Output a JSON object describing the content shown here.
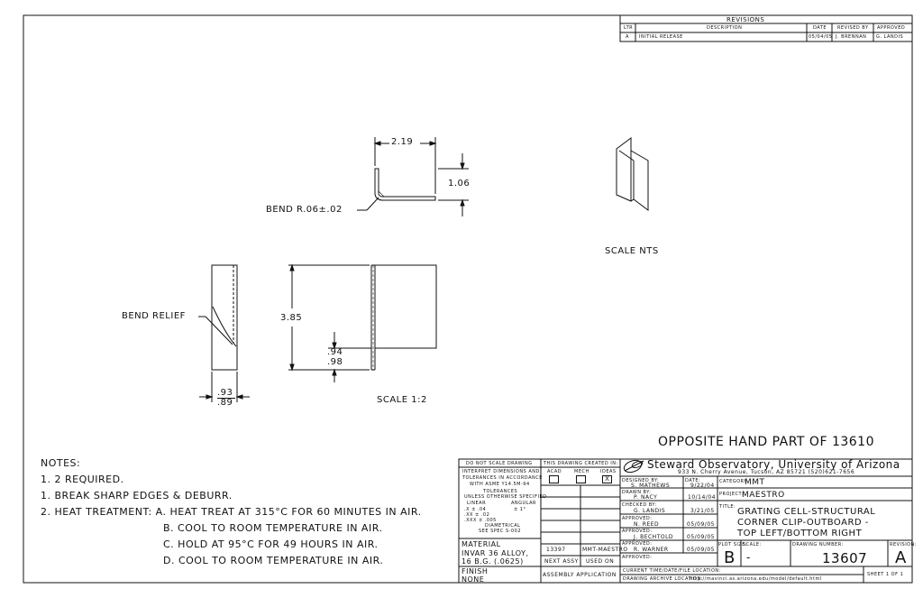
{
  "revisions": {
    "title": "REVISIONS",
    "headers": {
      "ltr": "LTR",
      "description": "DESCRIPTION",
      "date": "DATE",
      "revised_by": "REVISED BY",
      "approved": "APPROVED"
    },
    "row": {
      "ltr": "A",
      "description": "INITIAL RELEASE",
      "date": "05/04/05",
      "revised_by": "J. BRENNAN",
      "approved": "G. LANDIS"
    }
  },
  "dimensions": {
    "width_219": "2.19",
    "height_106": "1.06",
    "bend_radius": "BEND R.06±.02",
    "height_385": "3.85",
    "d094": ".94",
    "d098": ".98",
    "d093": ".93",
    "d089": ".89",
    "bend_relief": "BEND RELIEF"
  },
  "scales": {
    "nts": "SCALE NTS",
    "half": "SCALE 1:2"
  },
  "opposite_hand": "OPPOSITE HAND PART OF 13610",
  "notes": {
    "title": "NOTES:",
    "lines": [
      "1. 2 REQUIRED.",
      "1. BREAK SHARP EDGES & DEBURR.",
      "2. HEAT TREATMENT: A. HEAT TREAT AT 315°C FOR 60 MINUTES IN AIR.",
      "B. COOL TO ROOM TEMPERATURE IN AIR.",
      "C. HOLD AT 95°C FOR 49 HOURS IN AIR.",
      "D. COOL TO ROOM TEMPERATURE IN AIR."
    ]
  },
  "title_block": {
    "do_not_scale": "DO NOT SCALE DRAWING",
    "interpret_1": "INTERPRET DIMENSIONS AND",
    "interpret_2": "TOLERANCES IN ACCORDANCE",
    "interpret_3": "WITH ASME Y14.5M-94",
    "tolerances": "TOLERANCES",
    "tol_unless": "UNLESS OTHERWISE SPECIFIED",
    "tol_linear": "LINEAR",
    "tol_angular": "ANGULAR",
    "tol_x": ".X  ± .04",
    "tol_xx": ".XX ± .02",
    "tol_xxx": ".XXX ± .005",
    "tol_ang": "± 1°",
    "tol_diametral": "DIAMETRICAL",
    "tol_spec": "SEE SPEC S-002",
    "created_in": "THIS DRAWING CREATED IN:",
    "cad_acad": "ACAD",
    "cad_mech": "MECH",
    "cad_ideas": "IDEAS",
    "cad_mark": "X",
    "material_label": "MATERIAL",
    "material_1": "INVAR 36 ALLOY,",
    "material_2": "16 B.G. (.0625)",
    "finish_label": "FINISH",
    "finish_value": "NONE",
    "next_assy_value": "13397",
    "used_on_value": "MMT-MAESTRO",
    "next_assy": "NEXT ASSY",
    "used_on": "USED ON",
    "assembly_application": "ASSEMBLY APPLICATION",
    "org_name": "Steward Observatory, University of Arizona",
    "org_address": "933 N. Cherry Avenue, Tucson, AZ  85721  (520)621-7656",
    "designed_by_label": "DESIGNED BY:",
    "designed_by": "S. MATHEWS",
    "date_label": "DATE:",
    "designed_date": "9/22/04",
    "drawn_by_label": "DRAWN BY:",
    "drawn_by": "P. NACY",
    "drawn_date": "10/14/04",
    "checked_by_label": "CHECKED BY:",
    "checked_by": "G. LANDIS",
    "checked_date": "3/21/05",
    "approved_label": "APPROVED:",
    "approved_1": "N. REED",
    "approved_1_date": "05/09/05",
    "approved_2": "J. BECHTOLD",
    "approved_2_date": "05/09/05",
    "approved_3": "R. WARNER",
    "approved_3_date": "05/09/05",
    "approved_4": "",
    "category_label": "CATEGORY:",
    "category": "MMT",
    "project_label": "PROJECT:",
    "project": "MAESTRO",
    "title_label": "TITLE:",
    "title_1": "GRATING CELL-STRUCTURAL",
    "title_2": "CORNER CLIP-OUTBOARD -",
    "title_3": "TOP LEFT/BOTTOM RIGHT",
    "plot_size_label": "PLOT SIZE:",
    "plot_size": "B",
    "scale_label": "SCALE:",
    "scale": "-",
    "drawing_number_label": "DRAWING NUMBER:",
    "drawing_number": "13607",
    "revision_label": "REVISION:",
    "revision": "A",
    "current_time_label": "CURRENT TIME/DATE/FILE LOCATION:",
    "archive_label": "DRAWING ARCHIVE LOCATION:",
    "archive_path": "http://mavinci.as.arizona.edu/model/default.html",
    "sheet": "SHEET 1 OF 1"
  }
}
